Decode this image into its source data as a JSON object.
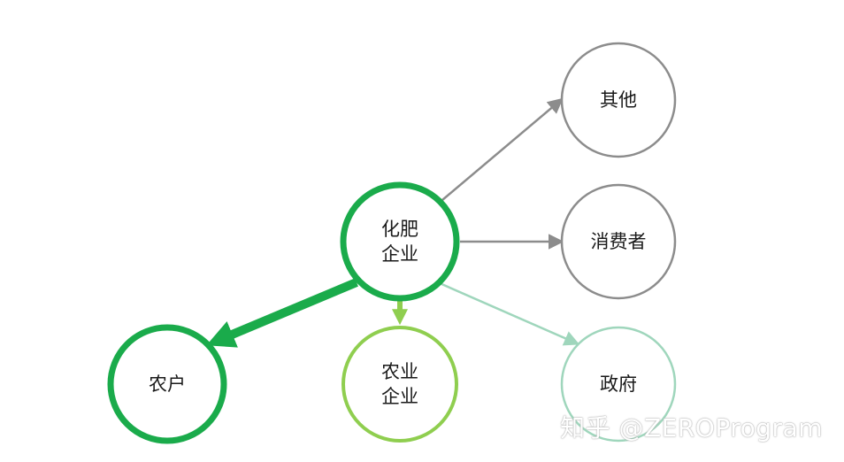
{
  "nodes": {
    "center": {
      "label": "化肥\n企业",
      "stroke": "#1aab4b"
    },
    "other": {
      "label": "其他",
      "stroke": "#8c8c8c"
    },
    "consumer": {
      "label": "消费者",
      "stroke": "#8c8c8c"
    },
    "farmer": {
      "label": "农户",
      "stroke": "#1aab4b"
    },
    "agri_enterprise": {
      "label": "农业\n企业",
      "stroke": "#8fce4f"
    },
    "government": {
      "label": "政府",
      "stroke": "#9fd6bc"
    }
  },
  "watermark": {
    "text": "知乎 @ZEROProgram"
  },
  "colors": {
    "edge_gray": "#8c8c8c",
    "edge_green": "#1aab4b",
    "edge_lightgreen": "#8fce4f",
    "edge_mint": "#9fd6bc"
  }
}
